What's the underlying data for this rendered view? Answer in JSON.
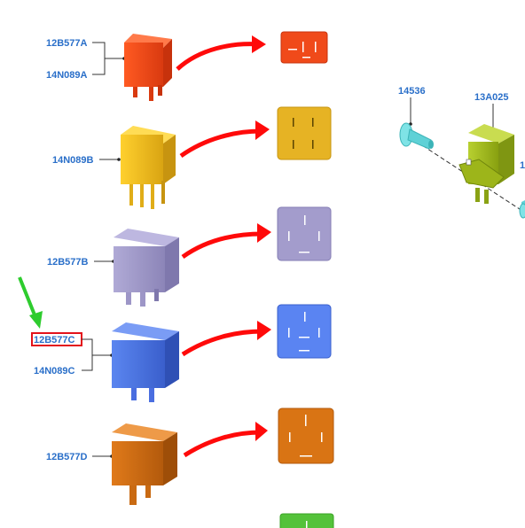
{
  "labels": {
    "a1": "12B577A",
    "a2": "14N089A",
    "b1": "14N089B",
    "c1": "12B577B",
    "d1": "12B577C",
    "d2": "14N089C",
    "e1": "12B577D",
    "f1": "14536",
    "f2": "13A025",
    "f3": "1"
  },
  "colors": {
    "label_text": "#2a6fc9",
    "highlight_box": "#e3121b",
    "pointer_arrow": "#2ecc2e",
    "curved_arrow": "#ff0a0a",
    "relay_a": "#f04a1a",
    "relay_b": "#f2bf1e",
    "relay_c": "#a39ccc",
    "relay_d": "#4f78e6",
    "relay_e": "#d97414",
    "relay_f": "#54c23a",
    "bracket_relay": "#a8c21e",
    "bolt": "#5fd1d6"
  }
}
